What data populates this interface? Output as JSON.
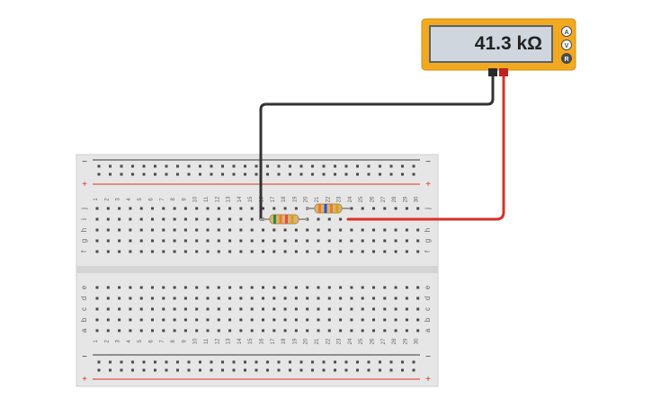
{
  "multimeter": {
    "reading": "41.3 kΩ",
    "mode_buttons": [
      "A",
      "V",
      "R"
    ],
    "colors": {
      "case": "#f3a91f",
      "display": "#cfd6de",
      "button": "#4b4b4b"
    }
  },
  "breadboard": {
    "rail_top_labels": [
      "−",
      "+"
    ],
    "rail_bottom_labels": [
      "−",
      "+"
    ],
    "column_numbers": [
      "1",
      "2",
      "3",
      "4",
      "5",
      "6",
      "7",
      "8",
      "9",
      "10",
      "11",
      "12",
      "13",
      "14",
      "15",
      "16",
      "17",
      "18",
      "19",
      "20",
      "21",
      "22",
      "23",
      "24",
      "25",
      "26",
      "27",
      "28",
      "29",
      "30"
    ],
    "row_letters_top": [
      "j",
      "i",
      "h",
      "g",
      "f"
    ],
    "row_letters_bottom": [
      "e",
      "d",
      "c",
      "b",
      "a"
    ],
    "colors": {
      "board": "#e6e6e6",
      "hole": "#4a4a4a",
      "rail_red": "#e0302b",
      "rail_dark": "#3a3a3a"
    }
  },
  "resistors": [
    {
      "name": "resistor-1",
      "bands": [
        "#2e8b2e",
        "#e67e22",
        "#e74c3c",
        "#d4a017"
      ]
    },
    {
      "name": "resistor-2",
      "bands": [
        "#e67e22",
        "#2255cc",
        "#e67e22",
        "#d4a017"
      ]
    }
  ],
  "wires": {
    "black": "#333333",
    "red": "#d93025"
  }
}
